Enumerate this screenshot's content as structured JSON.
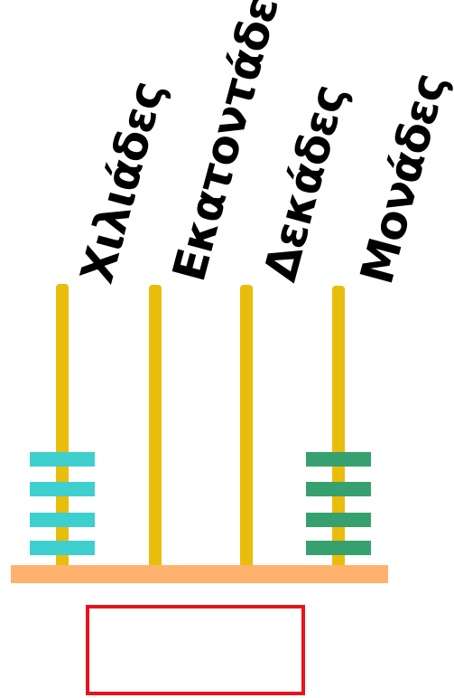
{
  "columns": [
    {
      "id": "thousands",
      "label": "Χιλιάδες",
      "beads": 4,
      "bead_color": "#3ecfcf"
    },
    {
      "id": "hundreds",
      "label": "Εκατοντάδες",
      "beads": 0,
      "bead_color": ""
    },
    {
      "id": "tens",
      "label": "Δεκάδες",
      "beads": 0,
      "bead_color": ""
    },
    {
      "id": "units",
      "label": "Μονάδες",
      "beads": 4,
      "bead_color": "#36a16e"
    }
  ],
  "colors": {
    "rod": "#e8bd0b",
    "base": "#ffb26e",
    "answer_box_border": "#e8141c"
  },
  "answer_box": {
    "value": ""
  }
}
